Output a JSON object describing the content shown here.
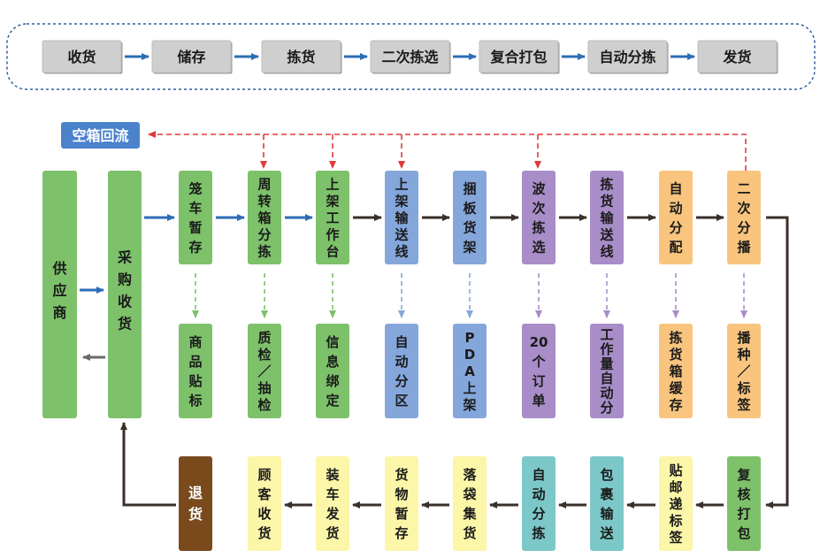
{
  "top_flow": [
    "收货",
    "储存",
    "拣货",
    "二次拣选",
    "复合打包",
    "自动分拣",
    "发货"
  ],
  "empty_box_return": "空箱回流",
  "left": {
    "supplier": "供应商",
    "receiving": "采购收货"
  },
  "main_row": [
    "笼车暂存",
    "周转箱分拣",
    "上架工作台",
    "上架输送线",
    "捆板货架",
    "波次拣选",
    "拣货输送线",
    "自动分配",
    "二次分播"
  ],
  "sub_row": [
    "商品贴标",
    "质检／抽检",
    "信息绑定",
    "自动分区",
    "PDA上架",
    "20个订单",
    "工作量自动分",
    "拣货箱缓存",
    "播种／标签"
  ],
  "bottom_row": [
    "复核打包",
    "贴邮递标签",
    "包裹输送",
    "自动分拣",
    "落袋集货",
    "货物暂存",
    "装车发货",
    "顾客收货"
  ],
  "return_node": "退货",
  "colors": {
    "green": "#7dc16a",
    "blue": "#84a6db",
    "purple": "#a88dc8",
    "orange": "#f8c47e",
    "yellow": "#fbf6a8",
    "teal": "#7cc8c8",
    "brown": "#7a4a1c",
    "title_blue": "#4a82cc",
    "gray": "#cfcfcf",
    "dashed_red": "#e03a3a",
    "dark_arrow": "#3a2f2a",
    "blue_arrow": "#2d6db5"
  }
}
